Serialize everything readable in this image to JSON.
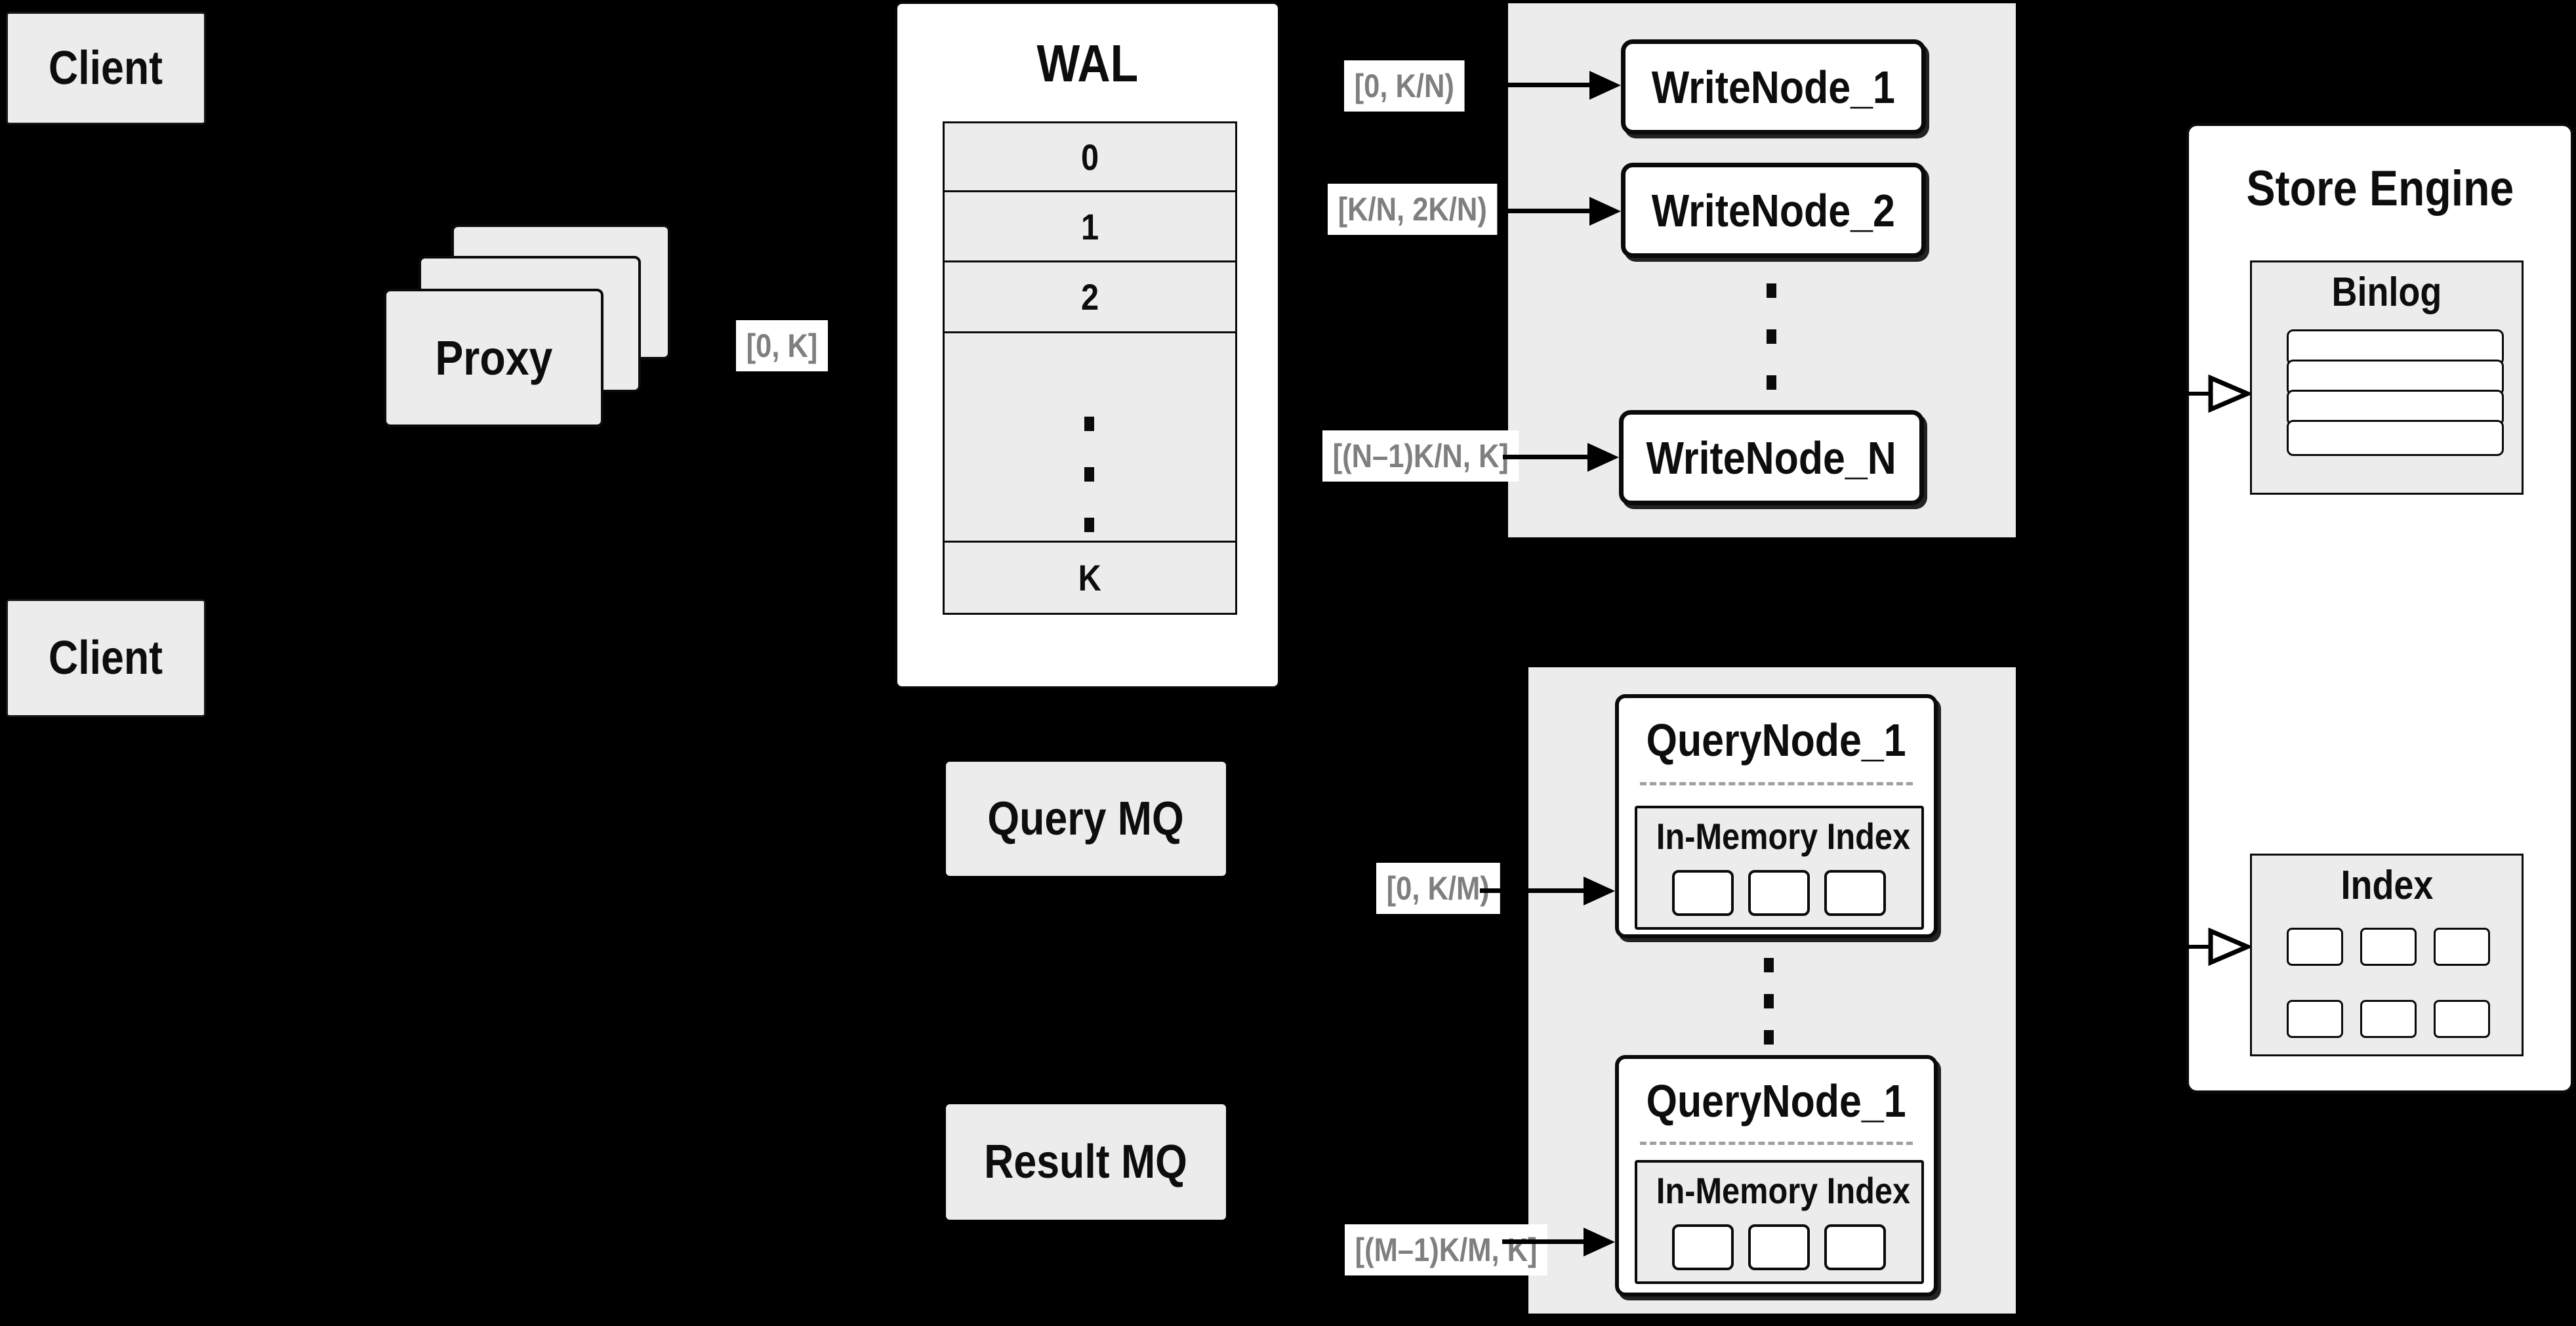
{
  "colors": {
    "background": "#000000",
    "box_fill": "#ececec",
    "node_fill": "#ffffff",
    "border": "#0a0a0a",
    "range_label_text": "#7f7f7f",
    "dashed_line": "#a0a0a0"
  },
  "clients": {
    "top": "Client",
    "bottom": "Client"
  },
  "proxy": {
    "label": "Proxy"
  },
  "wal": {
    "title": "WAL",
    "segments": [
      "0",
      "1",
      "2"
    ],
    "last_segment": "K"
  },
  "flow_labels": {
    "proxy_to_wal": "[0, K]",
    "to_write_node_1": "[0, K/N)",
    "to_write_node_2": "[K/N, 2K/N)",
    "to_write_node_n": "[(N–1)K/N, K]",
    "to_query_node_1": "[0, K/M)",
    "to_query_node_2": "[(M–1)K/M, K]"
  },
  "write_nodes": [
    "WriteNode_1",
    "WriteNode_2",
    "WriteNode_N"
  ],
  "query_nodes": [
    {
      "title": "QueryNode_1",
      "index_label": "In-Memory Index"
    },
    {
      "title": "QueryNode_1",
      "index_label": "In-Memory Index"
    }
  ],
  "message_queues": {
    "query": "Query MQ",
    "result": "Result MQ"
  },
  "store_engine": {
    "title": "Store Engine",
    "binlog_title": "Binlog",
    "index_title": "Index"
  }
}
